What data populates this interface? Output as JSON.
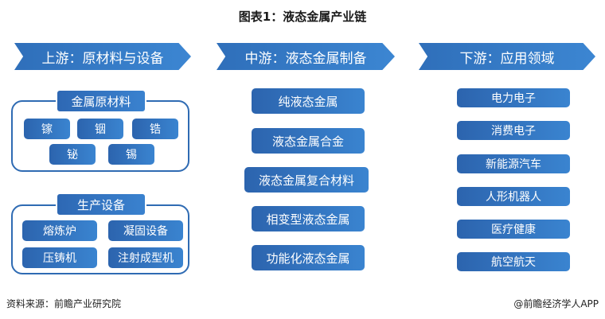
{
  "title": "图表1：液态金属产业链",
  "upstream": {
    "banner": "上游：原材料与设备",
    "materials": {
      "title": "金属原材料",
      "items": [
        "镓",
        "铟",
        "锆",
        "铋",
        "锡"
      ]
    },
    "equipment": {
      "title": "生产设备",
      "items": [
        "熔炼炉",
        "凝固设备",
        "压铸机",
        "注射成型机"
      ]
    }
  },
  "midstream": {
    "banner": "中游：液态金属制备",
    "items": [
      "纯液态金属",
      "液态金属合金",
      "液态金属复合材料",
      "相变型液态金属",
      "功能化液态金属"
    ]
  },
  "downstream": {
    "banner": "下游：应用领域",
    "items": [
      "电力电子",
      "消费电子",
      "新能源汽车",
      "人形机器人",
      "医疗健康",
      "航空航天"
    ]
  },
  "footer": {
    "source": "资料来源：前瞻产业研究院",
    "credit": "@前瞻经济学人APP"
  },
  "colors": {
    "primary": "#2f6fba",
    "border": "#2f6bb3"
  }
}
